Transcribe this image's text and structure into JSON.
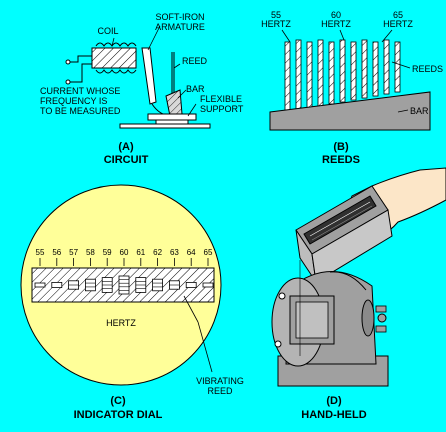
{
  "panels": {
    "a": {
      "labels": {
        "coil": "COIL",
        "armature_1": "SOFT-IRON",
        "armature_2": "ARMATURE",
        "reed": "REED",
        "bar": "BAR",
        "support_1": "FLEXIBLE",
        "support_2": "SUPPORT",
        "current_1": "CURRENT WHOSE",
        "current_2": "FREQUENCY IS",
        "current_3": "TO BE MEASURED"
      },
      "caption_letter": "(A)",
      "caption_title": "CIRCUIT"
    },
    "b": {
      "labels": {
        "hz55_num": "55",
        "hz55_unit": "HERTZ",
        "hz60_num": "60",
        "hz60_unit": "HERTZ",
        "hz65_num": "65",
        "hz65_unit": "HERTZ",
        "reeds": "REEDS",
        "bar": "BAR"
      },
      "caption_letter": "(B)",
      "caption_title": "REEDS"
    },
    "c": {
      "scale": [
        "55",
        "56",
        "57",
        "58",
        "59",
        "60",
        "61",
        "62",
        "63",
        "64",
        "65"
      ],
      "hertz": "HERTZ",
      "vibrating_1": "VIBRATING",
      "vibrating_2": "REED",
      "caption_letter": "(C)",
      "caption_title": "INDICATOR DIAL"
    },
    "d": {
      "caption_letter": "(D)",
      "caption_title": "HAND-HELD"
    }
  },
  "colors": {
    "background": "#00ffff",
    "dial_face": "#ffff99",
    "metal_gray": "#a0a0a0",
    "skin": "#fce6c8"
  }
}
